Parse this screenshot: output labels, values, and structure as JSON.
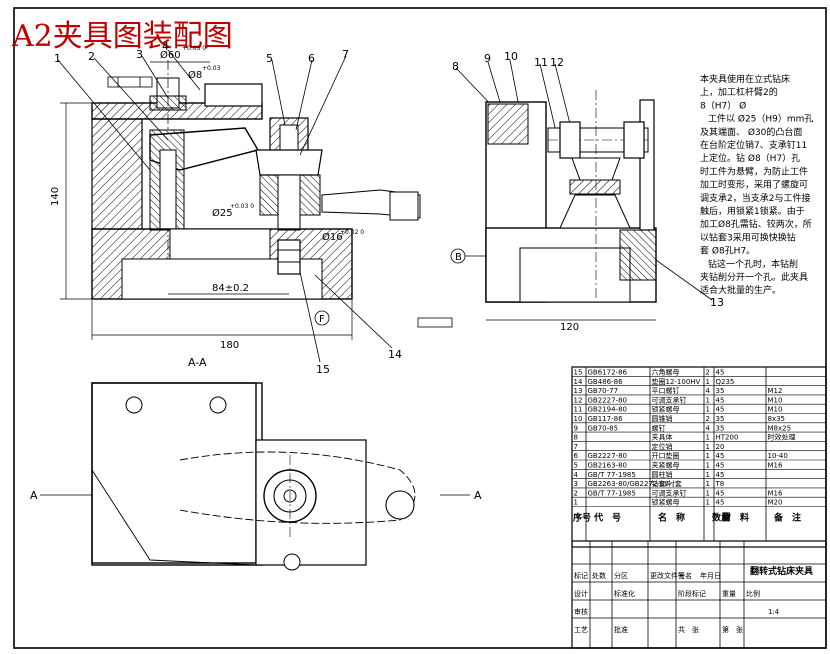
{
  "title": "A2夹具图装配图",
  "section_label": "A-A",
  "section_arrow_a": "A",
  "datum_b": "B",
  "datum_f": "F",
  "part_labels": [
    "1",
    "2",
    "3",
    "4",
    "5",
    "6",
    "7",
    "8",
    "9",
    "10",
    "11",
    "12",
    "13",
    "14",
    "15"
  ],
  "dims": {
    "d_top": "Ø60",
    "d_top_tol": "+0.03 0",
    "d_bore": "Ø8",
    "d_bore_tol": "+0.03",
    "d_25": "Ø25",
    "d_25_tol": "+0.03 0",
    "d_16": "Ø16",
    "d_16_tol": "+0.02 0",
    "h140": "140",
    "w84": "84±0.2",
    "w180": "180",
    "w120": "120"
  },
  "notes": [
    "本夹具使用在立式钻床",
    "上，加工杠杆臂2的",
    "8（H7） Ø",
    "工件以 Ø25（H9）mm孔",
    "及其端面、 Ø30的凸台面",
    "在台阶定位销7、支承钉11",
    "上定位。钻 Ø8（H7）孔",
    "时工件为悬臂，为防止工件",
    "加工时变形，采用了螺旋可",
    "调支承2，当支承2与工件接",
    "触后，用锁紧1锁紧。由于",
    "加工Ø8孔需钻、铰两次，所",
    "以钻套3采用可换快换钻",
    "套 Ø8孔H7。",
    "钻这一个孔时，本钻削",
    "夹钻削分开一个孔。此夹具",
    "适合大批量的生产。"
  ],
  "bom": [
    {
      "no": "15",
      "code": "GB6172-86",
      "name": "六角螺母",
      "qty": "2",
      "mat": "45",
      "note": ""
    },
    {
      "no": "14",
      "code": "GB486-86",
      "name": "垫圈12-100HV",
      "qty": "1",
      "mat": "Q235",
      "note": ""
    },
    {
      "no": "13",
      "code": "GB70-77",
      "name": "平口螺钉",
      "qty": "4",
      "mat": "35",
      "note": "M12"
    },
    {
      "no": "12",
      "code": "GB2227-80",
      "name": "可调支承钉",
      "qty": "1",
      "mat": "45",
      "note": "M10"
    },
    {
      "no": "11",
      "code": "GB2194-80",
      "name": "锁紧螺母",
      "qty": "1",
      "mat": "45",
      "note": "M10"
    },
    {
      "no": "10",
      "code": "GB117-86",
      "name": "圆锥销",
      "qty": "2",
      "mat": "35",
      "note": "8x35"
    },
    {
      "no": "9",
      "code": "GB70-85",
      "name": "螺钉",
      "qty": "4",
      "mat": "35",
      "note": "M8x25"
    },
    {
      "no": "8",
      "code": "",
      "name": "夹具体",
      "qty": "1",
      "mat": "HT200",
      "note": "时效处理"
    },
    {
      "no": "7",
      "code": "",
      "name": "定位销",
      "qty": "1",
      "mat": "20",
      "note": ""
    },
    {
      "no": "6",
      "code": "GB2227-80",
      "name": "开口垫圈",
      "qty": "1",
      "mat": "45",
      "note": "10-40"
    },
    {
      "no": "5",
      "code": "GB2163-80",
      "name": "夹紧螺母",
      "qty": "1",
      "mat": "45",
      "note": "M16"
    },
    {
      "no": "4",
      "code": "GB/T 77-1985",
      "name": "圆柱销",
      "qty": "1",
      "mat": "45",
      "note": ""
    },
    {
      "no": "3",
      "code": "GB2263-80/GB2272-80",
      "name": "钻套/衬套",
      "qty": "1",
      "mat": "T8",
      "note": ""
    },
    {
      "no": "2",
      "code": "GB/T 77-1985",
      "name": "可调支承钉",
      "qty": "1",
      "mat": "45",
      "note": "M16"
    },
    {
      "no": "1",
      "code": "",
      "name": "锁紧螺母",
      "qty": "1",
      "mat": "45",
      "note": "M20"
    }
  ],
  "bom_header": {
    "no": "序号",
    "code": "代　号",
    "name": "名　称",
    "qty": "数量",
    "mat": "材　料",
    "note": "备　注"
  },
  "title_block": {
    "drawing_name": "翻转式钻床夹具",
    "mark": "标记",
    "count": "处数",
    "zone": "分区",
    "change_doc": "更改文件号",
    "sign": "签名",
    "date": "年月日",
    "design": "设计",
    "standard": "标准化",
    "stage": "阶段标记",
    "weight": "重量",
    "scale": "比例",
    "scale_val": "1:4",
    "review": "审核",
    "craft": "工艺",
    "approve": "批准",
    "sheets": "共　张",
    "sheet": "第　张"
  }
}
